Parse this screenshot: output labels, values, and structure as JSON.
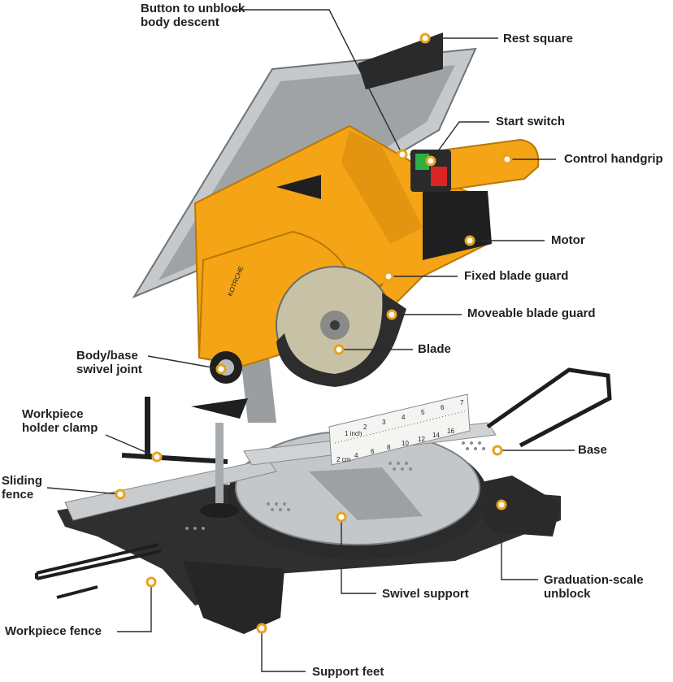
{
  "labels": {
    "button_unblock_line1": "Button to unblock",
    "button_unblock_line2": "body descent",
    "rest_square": "Rest square",
    "start_switch": "Start switch",
    "control_handgrip": "Control handgrip",
    "motor": "Motor",
    "fixed_blade_guard": "Fixed blade guard",
    "moveable_blade_guard": "Moveable blade guard",
    "blade": "Blade",
    "body_swivel_line1": "Body/base",
    "body_swivel_line2": "swivel joint",
    "holder_clamp_line1": "Workpiece",
    "holder_clamp_line2": "holder clamp",
    "sliding_fence_line1": "Sliding",
    "sliding_fence_line2": "fence",
    "base": "Base",
    "swivel_support": "Swivel support",
    "graduation_line1": "Graduation-scale",
    "graduation_line2": "unblock",
    "workpiece_fence": "Workpiece fence",
    "support_feet": "Support feet"
  },
  "product": {
    "brand_mark": "KOTRCHE"
  },
  "scale": {
    "inch_label": "1 inch",
    "cm_label": "2 cm",
    "inch_ticks": [
      "2",
      "3",
      "4",
      "5",
      "6",
      "7"
    ],
    "cm_ticks": [
      "4",
      "6",
      "8",
      "10",
      "12",
      "14",
      "16"
    ]
  },
  "colors": {
    "body_orange": "#f4a415",
    "marker_orange": "#e9a21c",
    "metal": "#b9bcbf",
    "dark": "#2b2b2b"
  }
}
